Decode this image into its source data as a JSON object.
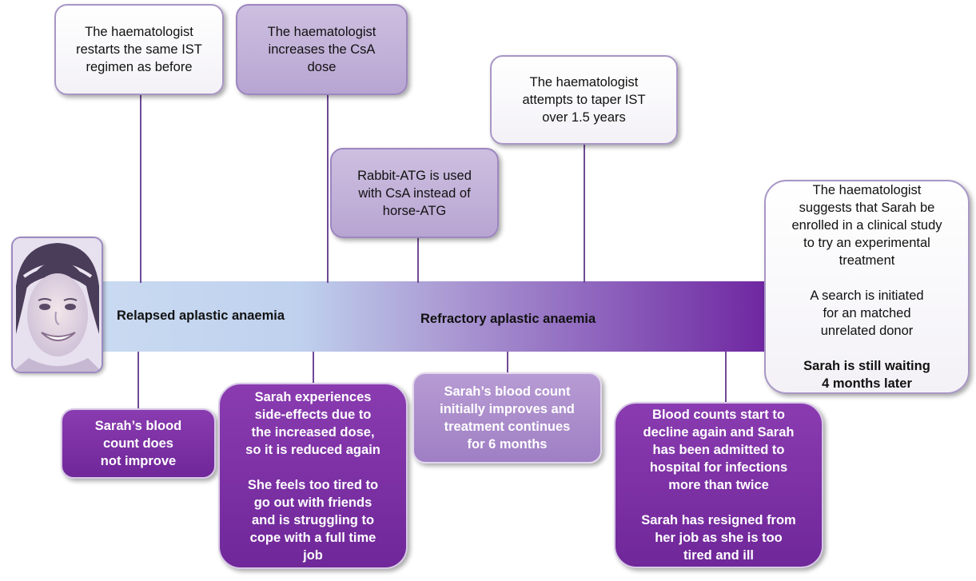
{
  "timeline": {
    "stage_relapsed": "Relapsed aplastic anaemia",
    "stage_refractory": "Refractory aplastic anaemia"
  },
  "top_boxes": [
    {
      "lines": [
        "The haematologist",
        "restarts the same IST",
        "regimen as before"
      ]
    },
    {
      "lines": [
        "The haematologist",
        "increases the CsA",
        "dose"
      ]
    },
    {
      "lines": [
        "Rabbit-ATG is used",
        "with CsA instead of",
        "horse-ATG"
      ]
    },
    {
      "lines": [
        "The haematologist",
        "attempts to taper IST",
        "over 1.5 years"
      ]
    }
  ],
  "right_box": {
    "para1": [
      "The haematologist",
      "suggests that Sarah be",
      "enrolled in a clinical study",
      "to try an experimental",
      "treatment"
    ],
    "para2": [
      "A search is initiated",
      "for an matched",
      "unrelated donor"
    ],
    "para3": [
      "Sarah is still waiting",
      "4 months later"
    ]
  },
  "bottom_boxes": [
    {
      "paras": [
        [
          "Sarah’s blood",
          "count does",
          "not improve"
        ]
      ]
    },
    {
      "paras": [
        [
          "Sarah experiences",
          "side-effects due to",
          "the increased dose,",
          "so it is reduced again"
        ],
        [
          "She feels too tired to",
          "go out with friends",
          "and is struggling to",
          "cope with a full time",
          "job"
        ]
      ]
    },
    {
      "paras": [
        [
          "Sarah’s blood count",
          "initially improves and",
          "treatment continues",
          "for 6 months"
        ]
      ]
    },
    {
      "paras": [
        [
          "Blood counts start to",
          "decline again and Sarah",
          "has been admitted to",
          "hospital for infections",
          "more than twice"
        ],
        [
          "Sarah has resigned from",
          "her job as she is too",
          "tired and ill"
        ]
      ]
    }
  ],
  "photo": {
    "subject": "patient-portrait"
  },
  "colors": {
    "purple_dark": "#6e25a0",
    "band_start": "#c9daf1",
    "lavender": "#b8a5d2",
    "border": "#a896c6"
  }
}
